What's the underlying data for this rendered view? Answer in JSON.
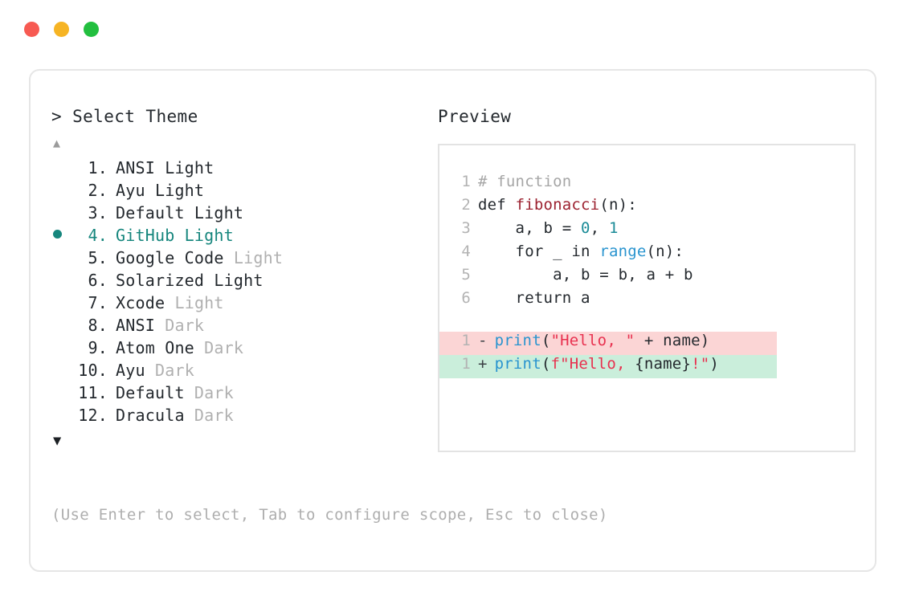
{
  "window": {
    "dots": [
      {
        "name": "close-dot",
        "color": "#f75a52"
      },
      {
        "name": "minimize-dot",
        "color": "#f6b424"
      },
      {
        "name": "maximize-dot",
        "color": "#22bf3f"
      }
    ]
  },
  "selector": {
    "prompt_caret": ">",
    "title": "Select Theme",
    "scroll_up_icon": "▲",
    "scroll_down_icon": "▼",
    "selected_index": 4,
    "bullet_icon": "●",
    "accent_color": "#16867d",
    "items": [
      {
        "num": "1.",
        "name": "ANSI Light",
        "suffix": "",
        "selected": false
      },
      {
        "num": "2.",
        "name": "Ayu Light",
        "suffix": "",
        "selected": false
      },
      {
        "num": "3.",
        "name": "Default Light",
        "suffix": "",
        "selected": false
      },
      {
        "num": "4.",
        "name": "GitHub Light",
        "suffix": "",
        "selected": true
      },
      {
        "num": "5.",
        "name": "Google Code",
        "suffix": "Light",
        "selected": false
      },
      {
        "num": "6.",
        "name": "Solarized Light",
        "suffix": "",
        "selected": false
      },
      {
        "num": "7.",
        "name": "Xcode",
        "suffix": "Light",
        "selected": false
      },
      {
        "num": "8.",
        "name": "ANSI",
        "suffix": "Dark",
        "selected": false
      },
      {
        "num": "9.",
        "name": "Atom One",
        "suffix": "Dark",
        "selected": false
      },
      {
        "num": "10.",
        "name": "Ayu",
        "suffix": "Dark",
        "selected": false
      },
      {
        "num": "11.",
        "name": "Default",
        "suffix": "Dark",
        "selected": false
      },
      {
        "num": "12.",
        "name": "Dracula",
        "suffix": "Dark",
        "selected": false
      }
    ]
  },
  "preview": {
    "label": "Preview",
    "code_lines": [
      {
        "gutter": "1",
        "tokens": [
          {
            "t": "# function",
            "c": "comment"
          }
        ]
      },
      {
        "gutter": "2",
        "tokens": [
          {
            "t": "def ",
            "c": "plain"
          },
          {
            "t": "fibonacci",
            "c": "func"
          },
          {
            "t": "(n):",
            "c": "plain"
          }
        ]
      },
      {
        "gutter": "3",
        "tokens": [
          {
            "t": "    a, b = ",
            "c": "plain"
          },
          {
            "t": "0",
            "c": "num"
          },
          {
            "t": ", ",
            "c": "plain"
          },
          {
            "t": "1",
            "c": "num"
          }
        ]
      },
      {
        "gutter": "4",
        "tokens": [
          {
            "t": "    for _ in ",
            "c": "plain"
          },
          {
            "t": "range",
            "c": "builtin"
          },
          {
            "t": "(n):",
            "c": "plain"
          }
        ]
      },
      {
        "gutter": "5",
        "tokens": [
          {
            "t": "        a, b = b, a + b",
            "c": "plain"
          }
        ]
      },
      {
        "gutter": "6",
        "tokens": [
          {
            "t": "    return a",
            "c": "plain"
          }
        ]
      }
    ],
    "diff_lines": [
      {
        "gutter": "1",
        "sign": "-",
        "kind": "removed",
        "bg": "#fbd5d5",
        "tokens": [
          {
            "t": "print",
            "c": "builtin"
          },
          {
            "t": "(",
            "c": "plain"
          },
          {
            "t": "\"Hello, \"",
            "c": "string"
          },
          {
            "t": " + name)",
            "c": "plain"
          }
        ]
      },
      {
        "gutter": "1",
        "sign": "+",
        "kind": "added",
        "bg": "#caeedb",
        "tokens": [
          {
            "t": "print",
            "c": "builtin"
          },
          {
            "t": "(",
            "c": "plain"
          },
          {
            "t": "f\"Hello, ",
            "c": "string"
          },
          {
            "t": "{name}",
            "c": "plain"
          },
          {
            "t": "!\"",
            "c": "string"
          },
          {
            "t": ")",
            "c": "plain"
          }
        ]
      }
    ]
  },
  "footer": {
    "hint": "(Use Enter to select, Tab to configure scope, Esc to close)"
  }
}
